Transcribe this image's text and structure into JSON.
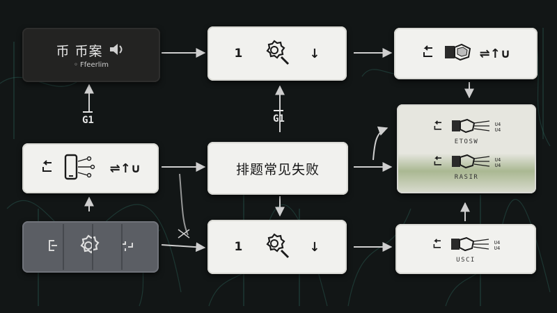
{
  "nodes": {
    "top_left": {
      "title": "币 币案",
      "subtitle": "◦ Ffeerlim"
    },
    "top_middle": {
      "left": "1",
      "right": "↓"
    },
    "top_right": {
      "right": "⇌↑∪"
    },
    "mid_left": {
      "right": "⇌↑∪"
    },
    "center": {
      "label": "排题常见失败"
    },
    "bottom_middle": {
      "left": "1",
      "right": "↓"
    },
    "right_stack_a": {
      "caption": "ETOSW",
      "tag_top": "U4",
      "tag_bottom": "U4"
    },
    "right_stack_b": {
      "caption": "RASIR",
      "tag_top": "U4",
      "tag_bottom": "U4"
    },
    "bottom_right": {
      "caption": "USCI",
      "tag_top": "U4",
      "tag_bottom": "U4"
    }
  },
  "edge_labels": {
    "left_vertical": "G1",
    "center_vertical": "G1"
  }
}
